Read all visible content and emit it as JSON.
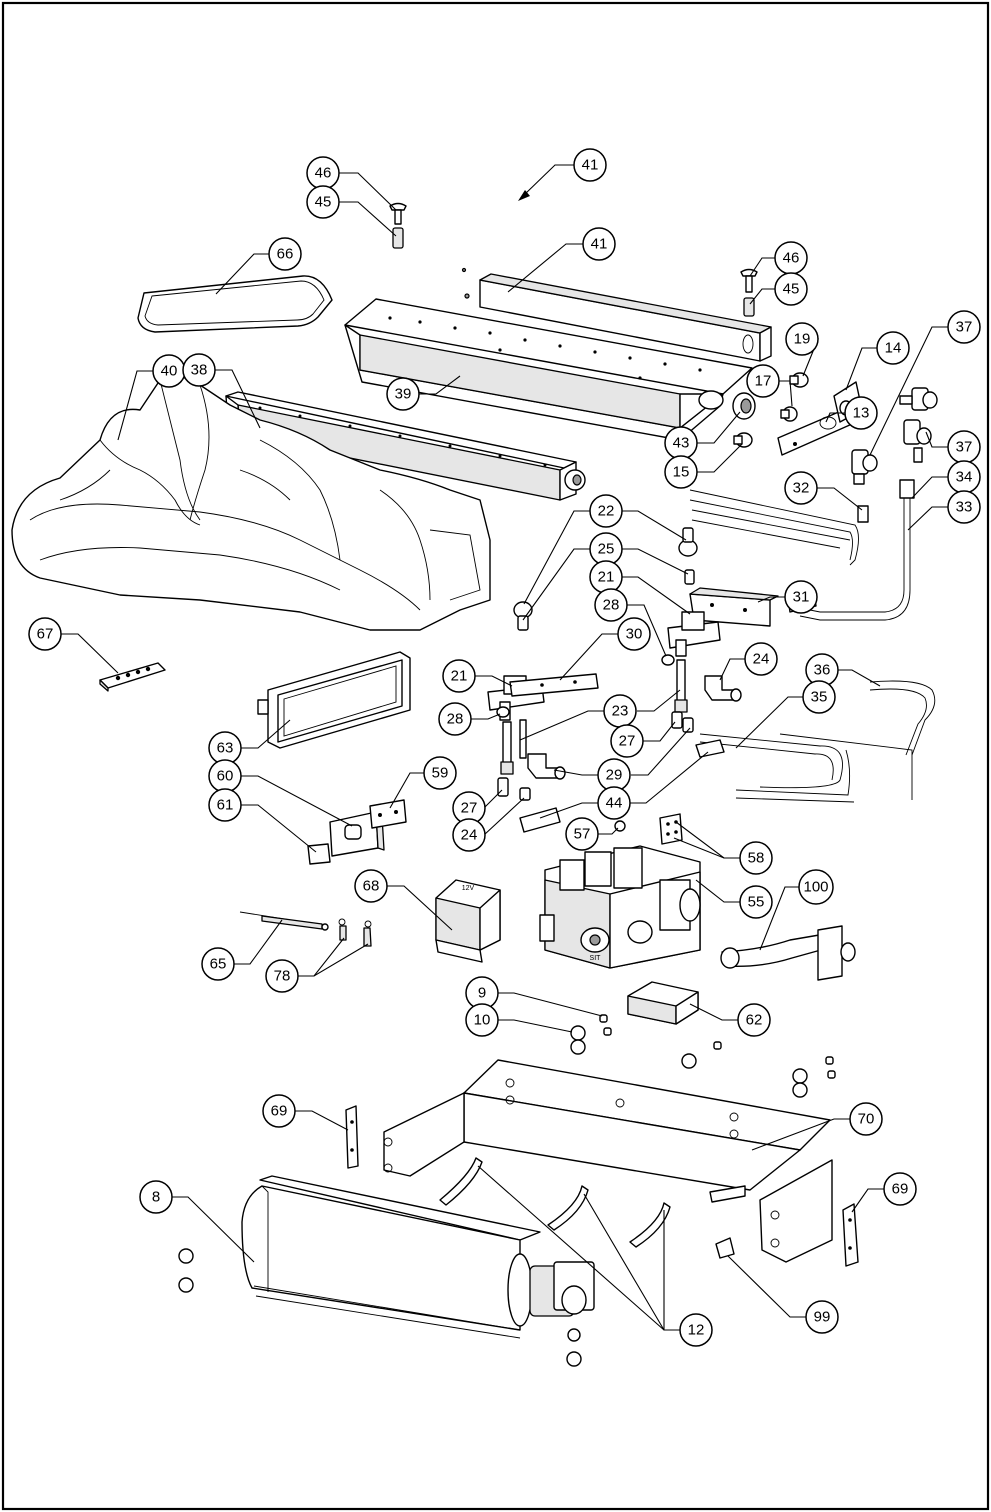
{
  "diagram": {
    "callouts": [
      {
        "id": "c46a",
        "label": "46"
      },
      {
        "id": "c45a",
        "label": "45"
      },
      {
        "id": "c41a",
        "label": "41"
      },
      {
        "id": "c66",
        "label": "66"
      },
      {
        "id": "c41b",
        "label": "41"
      },
      {
        "id": "c46b",
        "label": "46"
      },
      {
        "id": "c45b",
        "label": "45"
      },
      {
        "id": "c19",
        "label": "19"
      },
      {
        "id": "c14",
        "label": "14"
      },
      {
        "id": "c37a",
        "label": "37"
      },
      {
        "id": "c40",
        "label": "40"
      },
      {
        "id": "c38",
        "label": "38"
      },
      {
        "id": "c39",
        "label": "39"
      },
      {
        "id": "c17",
        "label": "17"
      },
      {
        "id": "c13",
        "label": "13"
      },
      {
        "id": "c43",
        "label": "43"
      },
      {
        "id": "c37b",
        "label": "37"
      },
      {
        "id": "c15",
        "label": "15"
      },
      {
        "id": "c34",
        "label": "34"
      },
      {
        "id": "c32",
        "label": "32"
      },
      {
        "id": "c33",
        "label": "33"
      },
      {
        "id": "c22",
        "label": "22"
      },
      {
        "id": "c25",
        "label": "25"
      },
      {
        "id": "c21a",
        "label": "21"
      },
      {
        "id": "c31",
        "label": "31"
      },
      {
        "id": "c28a",
        "label": "28"
      },
      {
        "id": "c67",
        "label": "67"
      },
      {
        "id": "c30",
        "label": "30"
      },
      {
        "id": "c24a",
        "label": "24"
      },
      {
        "id": "c36",
        "label": "36"
      },
      {
        "id": "c21b",
        "label": "21"
      },
      {
        "id": "c35",
        "label": "35"
      },
      {
        "id": "c23",
        "label": "23"
      },
      {
        "id": "c63",
        "label": "63"
      },
      {
        "id": "c28b",
        "label": "28"
      },
      {
        "id": "c27a",
        "label": "27"
      },
      {
        "id": "c60",
        "label": "60"
      },
      {
        "id": "c59",
        "label": "59"
      },
      {
        "id": "c29",
        "label": "29"
      },
      {
        "id": "c61",
        "label": "61"
      },
      {
        "id": "c27b",
        "label": "27"
      },
      {
        "id": "c44",
        "label": "44"
      },
      {
        "id": "c24b",
        "label": "24"
      },
      {
        "id": "c57",
        "label": "57"
      },
      {
        "id": "c58",
        "label": "58"
      },
      {
        "id": "c68",
        "label": "68"
      },
      {
        "id": "c100",
        "label": "100"
      },
      {
        "id": "c55",
        "label": "55"
      },
      {
        "id": "c65",
        "label": "65"
      },
      {
        "id": "c78",
        "label": "78"
      },
      {
        "id": "c9",
        "label": "9"
      },
      {
        "id": "c10",
        "label": "10"
      },
      {
        "id": "c62",
        "label": "62"
      },
      {
        "id": "c69a",
        "label": "69"
      },
      {
        "id": "c70",
        "label": "70"
      },
      {
        "id": "c8",
        "label": "8"
      },
      {
        "id": "c69b",
        "label": "69"
      },
      {
        "id": "c99",
        "label": "99"
      },
      {
        "id": "c12",
        "label": "12"
      }
    ],
    "transformer_marking": "12V",
    "valve_brand": "SIT"
  }
}
